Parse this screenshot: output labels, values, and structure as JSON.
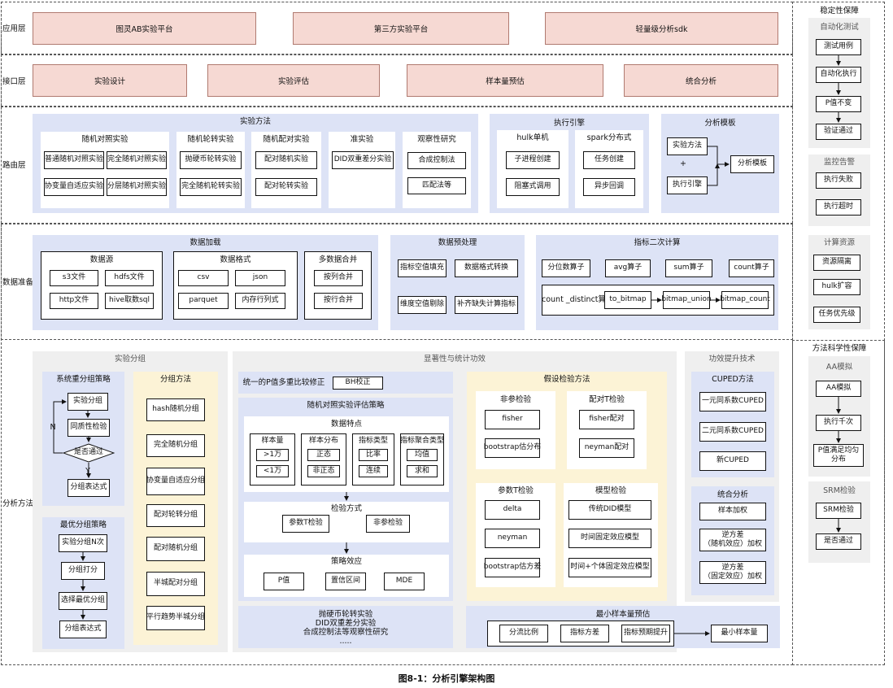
{
  "layers": {
    "app": "应用层",
    "iface": "接口层",
    "route": "路由层",
    "dataprep": "数据准备",
    "analysis": "分析方法"
  },
  "app_layer": [
    "图灵AB实验平台",
    "第三方实验平台",
    "轻量级分析sdk"
  ],
  "interface_layer": [
    "实验设计",
    "实验评估",
    "样本量预估",
    "统合分析"
  ],
  "routing": {
    "methods": {
      "title": "实验方法",
      "random_control": {
        "title": "随机对照实验",
        "items": [
          "普通随机对照实验",
          "完全随机对照实验",
          "协变量自适应实验",
          "分层随机对照实验"
        ]
      },
      "random_rotation": {
        "title": "随机轮转实验",
        "items": [
          "抛硬币轮转实验",
          "完全随机轮转实验"
        ]
      },
      "random_pair": {
        "title": "随机配对实验",
        "items": [
          "配对随机实验",
          "配对轮转实验"
        ]
      },
      "quasi": {
        "title": "准实验",
        "items": [
          "DID双重差分实验"
        ]
      },
      "observational": {
        "title": "观察性研究",
        "items": [
          "合成控制法",
          "匹配法等"
        ]
      }
    },
    "engine": {
      "title": "执行引擎",
      "hulk": {
        "title": "hulk单机",
        "items": [
          "子进程创建",
          "阻塞式调用"
        ]
      },
      "spark": {
        "title": "spark分布式",
        "items": [
          "任务创建",
          "异步回调"
        ]
      }
    },
    "template": {
      "title": "分析模板",
      "method": "实验方法",
      "plus": "+",
      "engine": "执行引擎",
      "result": "分析模板"
    }
  },
  "dataprep": {
    "load": {
      "title": "数据加载",
      "source": {
        "title": "数据源",
        "items": [
          "s3文件",
          "hdfs文件",
          "http文件",
          "hive取数sql"
        ]
      },
      "format": {
        "title": "数据格式",
        "items": [
          "csv",
          "json",
          "parquet",
          "内存行列式"
        ]
      },
      "merge": {
        "title": "多数据合并",
        "items": [
          "按列合并",
          "按行合并"
        ]
      }
    },
    "preprocess": {
      "title": "数据预处理",
      "items": [
        "指标空值填充",
        "数据格式转换",
        "维度空值剔除",
        "补齐缺失计算指标"
      ]
    },
    "secondary": {
      "title": "指标二次计算",
      "items": [
        "分位数算子",
        "avg算子",
        "sum算子",
        "count算子"
      ],
      "distinct": "count _distinct算子",
      "chain": [
        "to_bitmap",
        "bitmap_union",
        "bitmap_count"
      ]
    }
  },
  "analysis": {
    "grouping": {
      "title": "实验分组",
      "rebalance": {
        "title": "系统重分组策略",
        "steps": [
          "实验分组",
          "同质性检验",
          "是否通过",
          "分组表达式"
        ],
        "n": "N",
        "y": "Y"
      },
      "optimal": {
        "title": "最优分组策略",
        "steps": [
          "实验分组N次",
          "分组打分",
          "选择最优分组",
          "分组表达式"
        ]
      },
      "methods": {
        "title": "分组方法",
        "items": [
          "hash随机分组",
          "完全随机分组",
          "协变量自适应分组",
          "配对轮转分组",
          "配对随机分组",
          "半城配对分组",
          "平行趋势半城分组"
        ]
      }
    },
    "significance": {
      "title": "显著性与统计功效",
      "unified": "统一的P值多重比较修正",
      "bh": "BH校正",
      "strategy": {
        "title": "随机对照实验评估策略",
        "features": {
          "title": "数据特点",
          "cols": [
            {
              "title": "样本量",
              "items": [
                ">1万",
                "<1万"
              ]
            },
            {
              "title": "样本分布",
              "items": [
                "正态",
                "非正态"
              ]
            },
            {
              "title": "指标类型",
              "items": [
                "比率",
                "连续"
              ]
            },
            {
              "title": "指标聚合类型",
              "items": [
                "均值",
                "求和"
              ]
            }
          ]
        },
        "test": {
          "title": "检验方式",
          "items": [
            "参数T检验",
            "非参检验"
          ]
        },
        "effect": {
          "title": "策略效应",
          "items": [
            "P值",
            "置信区间",
            "MDE"
          ]
        }
      },
      "others": [
        "抛硬币轮转实验",
        "DID双重差分实验",
        "合成控制法等观察性研究",
        "....."
      ],
      "hypo": {
        "title": "假设检验方法",
        "nonparam": {
          "title": "非参检验",
          "items": [
            "fisher",
            "bootstrap估分布"
          ]
        },
        "paired": {
          "title": "配对T检验",
          "items": [
            "fisher配对",
            "neyman配对"
          ]
        },
        "param": {
          "title": "参数T检验",
          "items": [
            "delta",
            "neyman",
            "bootstrap估方差"
          ]
        },
        "model": {
          "title": "模型检验",
          "items": [
            "传统DID模型",
            "时间固定效应模型",
            "时间+个体固定效应模型"
          ]
        }
      },
      "minsample": {
        "title": "最小样本量预估",
        "items": [
          "分流比例",
          "指标方差",
          "指标预期提升"
        ],
        "result": "最小样本量"
      }
    },
    "power": {
      "title": "功效提升技术",
      "cuped": {
        "title": "CUPED方法",
        "items": [
          "一元同系数CUPED",
          "二元同系数CUPED",
          "新CUPED"
        ]
      },
      "meta": {
        "title": "统合分析",
        "items": [
          "样本加权",
          "逆方差\n（随机效应）加权",
          "逆方差\n（固定效应）加权"
        ]
      }
    }
  },
  "right": {
    "stability": {
      "title": "稳定性保障",
      "auto": {
        "title": "自动化测试",
        "items": [
          "测试用例",
          "自动化执行",
          "P值不变",
          "验证通过"
        ]
      },
      "monitor": {
        "title": "监控告警",
        "items": [
          "执行失败",
          "执行超时"
        ]
      },
      "resource": {
        "title": "计算资源",
        "items": [
          "资源隔离",
          "hulk扩容",
          "任务优先级"
        ]
      }
    },
    "science": {
      "title": "方法科学性保障",
      "aa": {
        "title": "AA模拟",
        "items": [
          "AA模拟",
          "执行千次",
          "P值满足均匀\n分布"
        ]
      },
      "srm": {
        "title": "SRM检验",
        "items": [
          "SRM检验",
          "是否通过"
        ]
      }
    }
  },
  "caption": "图8-1：分析引擎架构图"
}
